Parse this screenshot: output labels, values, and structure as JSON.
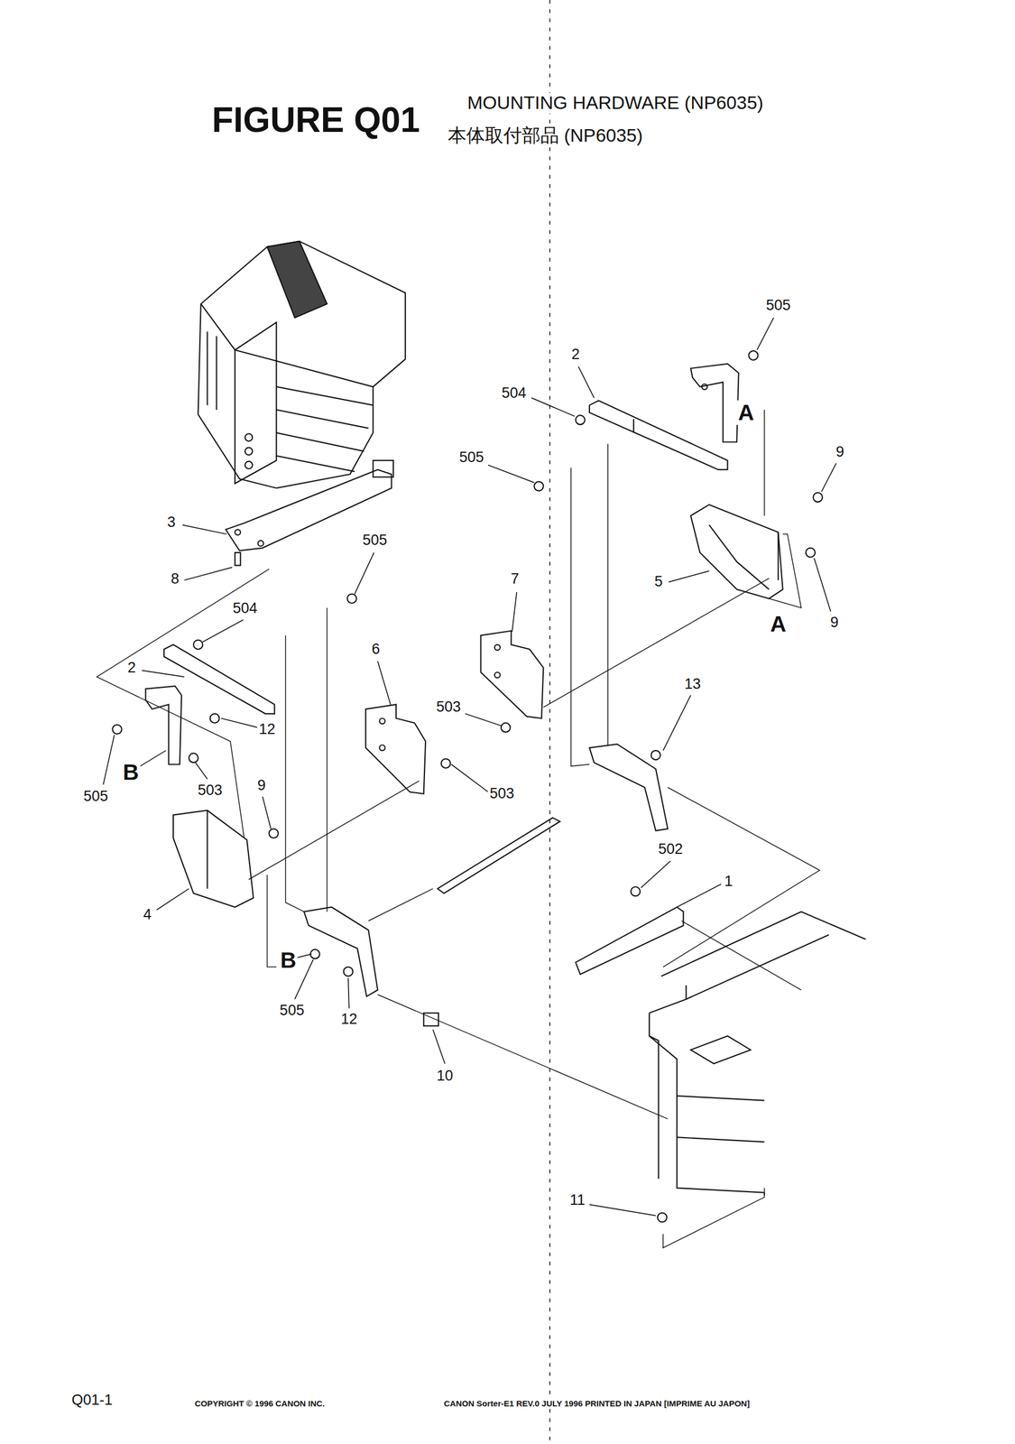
{
  "diagram": {
    "labels": [
      "FIGURE Q01",
      "MOUNTING HARDWARE (NP6035)",
      "本体取付部品 (NP6035)",
      "505",
      "2",
      "504",
      "A",
      "505",
      "9",
      "3",
      "505",
      "8",
      "7",
      "5",
      "9",
      "A",
      "504",
      "2",
      "6",
      "13",
      "12",
      "503",
      "B",
      "505",
      "503",
      "9",
      "503",
      "502",
      "1",
      "4",
      "B",
      "505",
      "12",
      "10",
      "11",
      "Q01-1",
      "COPYRIGHT © 1996 CANON INC.",
      "CANON Sorter-E1 REV.0 JULY 1996 PRINTED IN JAPAN [IMPRIME AU JAPON]"
    ]
  }
}
